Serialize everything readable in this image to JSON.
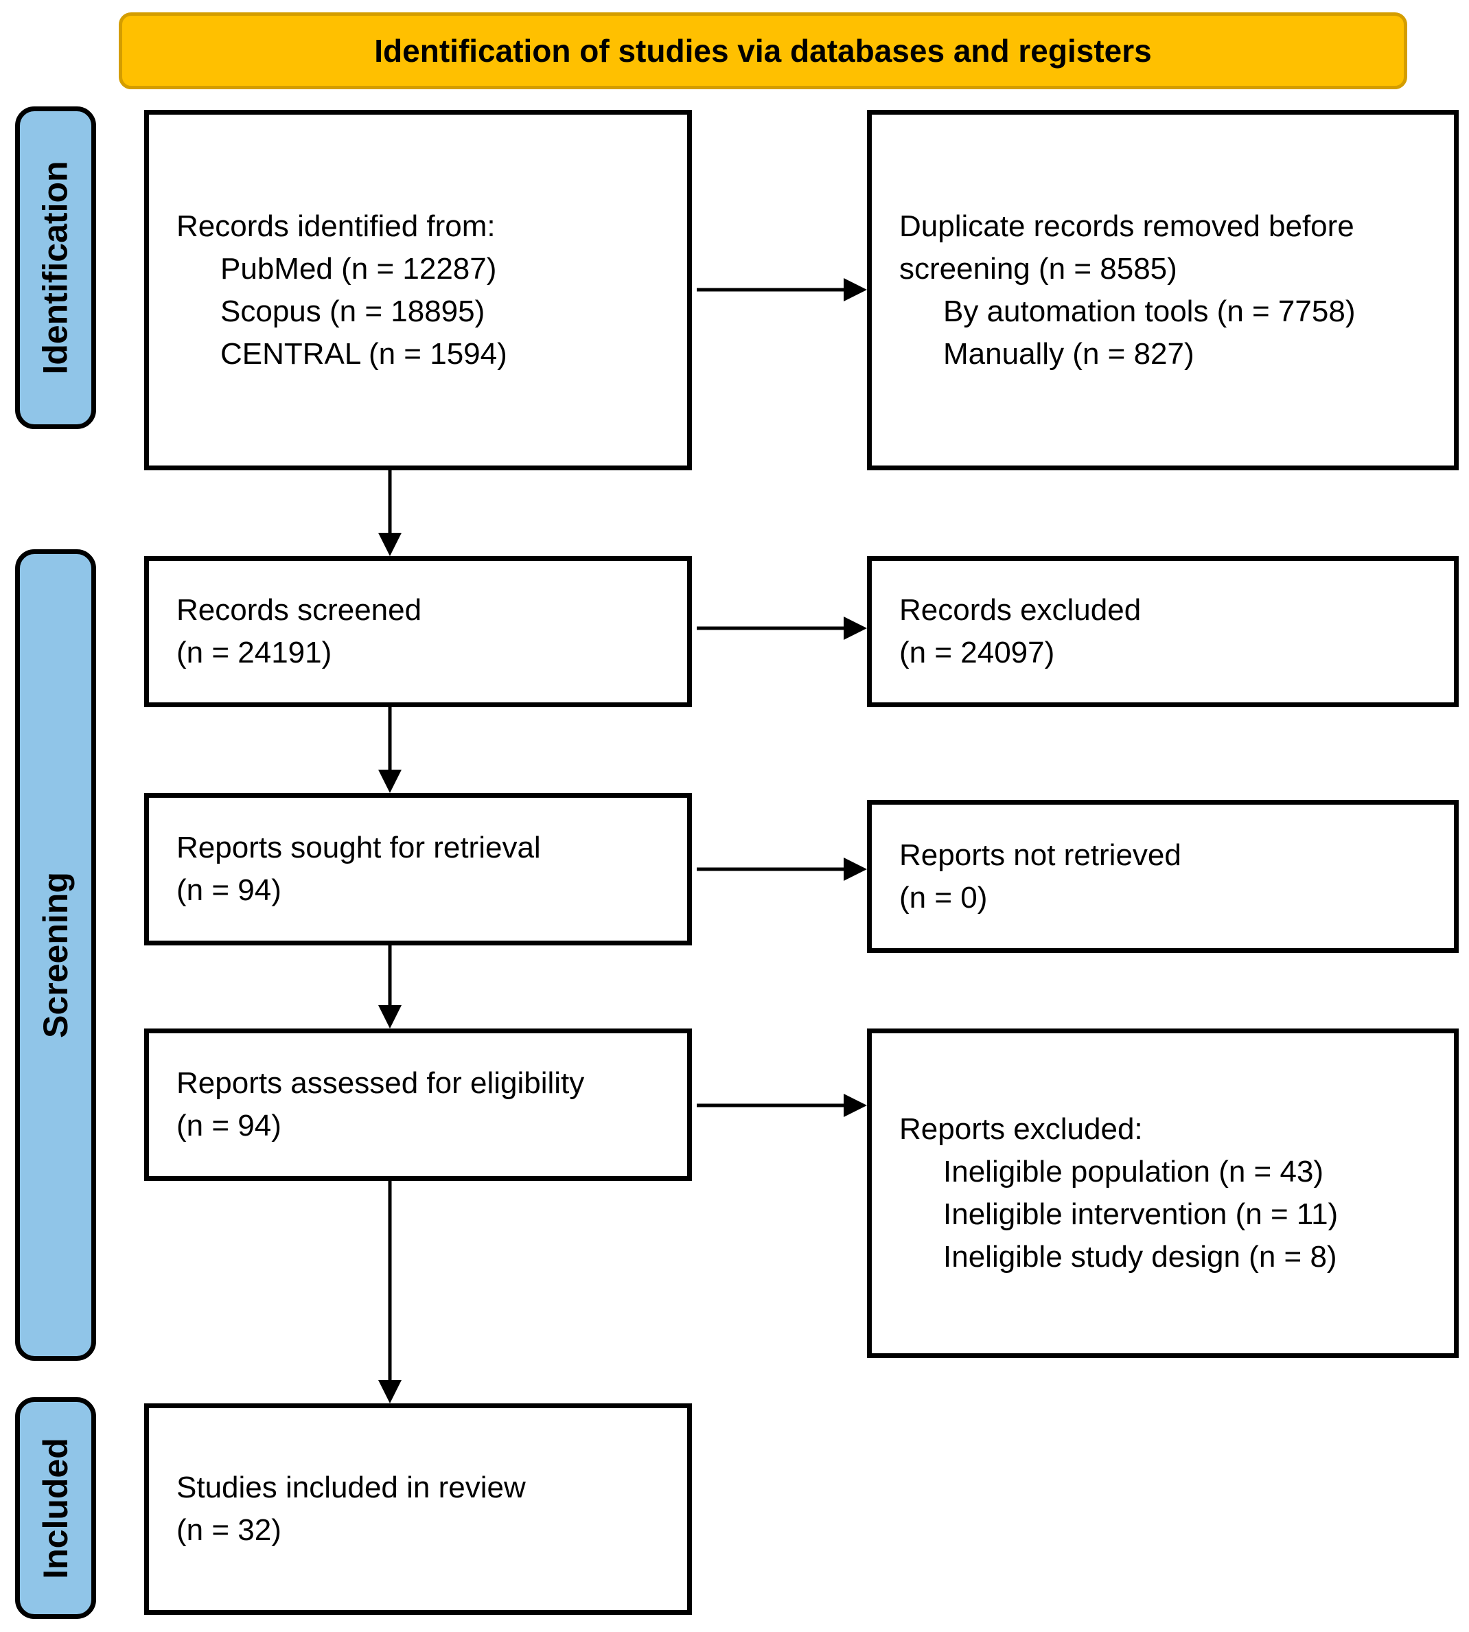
{
  "banner": {
    "title": "Identification of studies via databases and registers"
  },
  "stages": {
    "identification": "Identification",
    "screening": "Screening",
    "included": "Included"
  },
  "boxes": {
    "records_identified": {
      "intro": "Records identified from:",
      "items": [
        "PubMed (n = 12287)",
        "Scopus (n = 18895)",
        "CENTRAL (n = 1594)"
      ]
    },
    "duplicates_removed": {
      "intro": "Duplicate records removed before screening (n = 8585)",
      "items": [
        "By automation tools (n = 7758)",
        "Manually (n = 827)"
      ]
    },
    "records_screened": {
      "label": "Records screened",
      "count": "(n = 24191)"
    },
    "records_excluded": {
      "label": "Records excluded",
      "count": "(n = 24097)"
    },
    "reports_sought": {
      "label": "Reports sought for retrieval",
      "count": "(n = 94)"
    },
    "reports_not_retrieved": {
      "label": "Reports not retrieved",
      "count": "(n = 0)"
    },
    "reports_assessed": {
      "label": "Reports assessed for eligibility",
      "count": "(n = 94)"
    },
    "reports_excluded": {
      "intro": "Reports excluded:",
      "items": [
        "Ineligible population (n = 43)",
        "Ineligible intervention (n = 11)",
        "Ineligible study design (n = 8)"
      ]
    },
    "studies_included": {
      "label": "Studies included in review",
      "count": "(n = 32)"
    }
  },
  "colors": {
    "banner_fill": "#FFC000",
    "banner_border": "#D49D00",
    "stage_fill": "#90C5E8",
    "box_border": "#000000",
    "arrow_color": "#000000"
  }
}
